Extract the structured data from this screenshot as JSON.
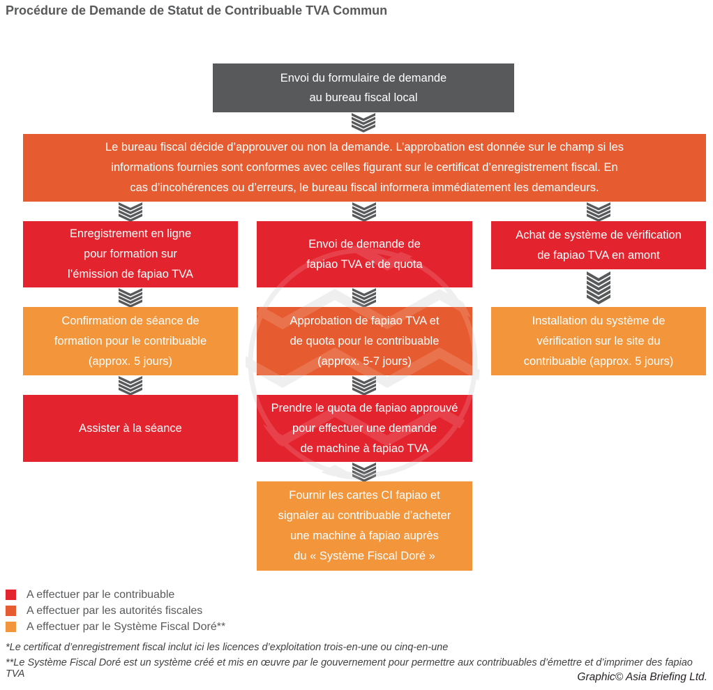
{
  "title": "Procédure de Demande de Statut de Contribuable TVA Commun",
  "colors": {
    "dark": "#58595b",
    "red": "#e3232d",
    "orange_red": "#e65c30",
    "orange": "#f3953b"
  },
  "flow": {
    "start": {
      "text": "Envoi du formulaire de demande\nau bureau fiscal local",
      "category": "bureau_fiscal"
    },
    "decision": {
      "text": "Le bureau fiscal décide d’approuver ou non la demande. L’approbation est donnée sur le champ si les\ninformations fournies sont conformes avec celles figurant sur le certificat d’enregistrement fiscal. En\ncas d’incohérences ou d’erreurs, le bureau fiscal informera immédiatement les demandeurs.",
      "category": "autorites_fiscales"
    },
    "columns": {
      "left": [
        {
          "text": "Enregistrement en ligne\npour formation sur\nl’émission de fapiao TVA",
          "category": "contribuable"
        },
        {
          "text": "Confirmation de séance de\nformation pour le contribuable\n(approx. 5 jours)",
          "category": "systeme_fiscal_dore"
        },
        {
          "text": "Assister à la séance",
          "category": "contribuable"
        }
      ],
      "middle": [
        {
          "text": "Envoi de demande de\nfapiao TVA et de quota",
          "category": "contribuable"
        },
        {
          "text": "Approbation de fapiao TVA et\nde quota pour le contribuable\n(approx. 5-7 jours)",
          "category": "autorites_fiscales"
        },
        {
          "text": "Prendre le quota de fapiao approuvé\npour effectuer une demande\nde machine à fapiao TVA",
          "category": "contribuable"
        },
        {
          "text": "Fournir les cartes CI fapiao et\nsignaler au contribuable d’acheter\nune machine à fapiao auprès\ndu « Système Fiscal Doré »",
          "category": "systeme_fiscal_dore"
        }
      ],
      "right": [
        {
          "text": "Achat de système de vérification\nde fapiao TVA en amont",
          "category": "contribuable"
        },
        {
          "text": "Installation du système de\nvérification sur le site du\ncontribuable (approx. 5 jours)",
          "category": "systeme_fiscal_dore"
        }
      ]
    }
  },
  "legend": {
    "items": [
      {
        "label": "A effectuer par le contribuable",
        "color_key": "red"
      },
      {
        "label": "A effectuer par les autorités fiscales",
        "color_key": "orange_red"
      },
      {
        "label": "A effectuer par le Système Fiscal Doré**",
        "color_key": "orange"
      }
    ]
  },
  "footnotes": [
    "*Le certificat d’enregistrement fiscal inclut ici les licences d’exploitation trois-en-une ou cinq-en-une",
    "**Le Système Fiscal Doré est un système créé et mis en œuvre par le gouvernement pour permettre aux contribuables d’émettre et d’imprimer des fapiao TVA"
  ],
  "credit": "Graphic© Asia Briefing Ltd."
}
